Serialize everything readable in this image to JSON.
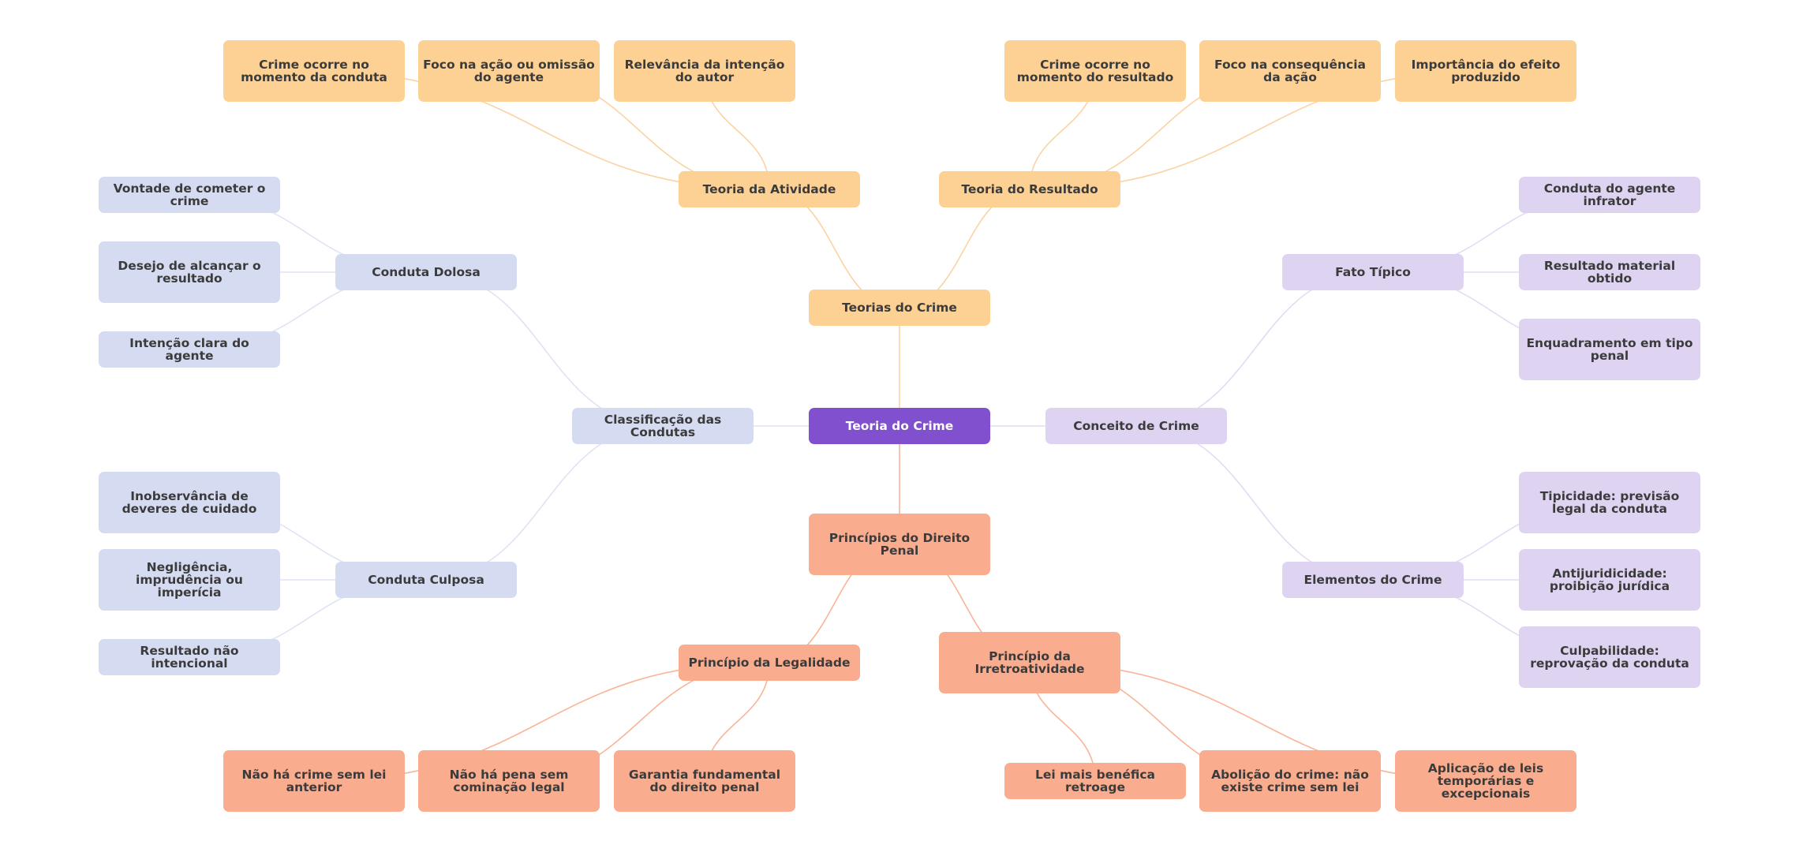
{
  "colors": {
    "root": "#8050cf",
    "teorias": "#fdd093",
    "principios": "#f9ac8e",
    "classificacao": "#d5dcf2",
    "conceito": "#ded3f1",
    "edge_orange": "#fbd3a4",
    "edge_salmon": "#f9b597",
    "edge_blue": "#dfe3f4",
    "edge_purple": "#e4dbf3"
  },
  "nodes": {
    "root": "Teoria do Crime",
    "teorias": "Teorias do Crime",
    "atividade": "Teoria da Atividade",
    "atividade_1": "Crime ocorre no momento da conduta",
    "atividade_2": "Foco na ação ou omissão do agente",
    "atividade_3": "Relevância da intenção do autor",
    "resultado": "Teoria do Resultado",
    "resultado_1": "Crime ocorre no momento do resultado",
    "resultado_2": "Foco na consequência da ação",
    "resultado_3": "Importância do efeito produzido",
    "classificacao": "Classificação das Condutas",
    "dolosa": "Conduta Dolosa",
    "dolosa_1": "Vontade de cometer o crime",
    "dolosa_2": "Desejo de alcançar o resultado",
    "dolosa_3": "Intenção clara do agente",
    "culposa": "Conduta Culposa",
    "culposa_1": "Inobservância de deveres de cuidado",
    "culposa_2": "Negligência, imprudência ou imperícia",
    "culposa_3": "Resultado não intencional",
    "conceito": "Conceito de Crime",
    "fato": "Fato Típico",
    "fato_1": "Conduta do agente infrator",
    "fato_2": "Resultado material obtido",
    "fato_3": "Enquadramento em tipo penal",
    "elementos": "Elementos do Crime",
    "elementos_1": "Tipicidade: previsão legal da conduta",
    "elementos_2": "Antijuridicidade: proibição jurídica",
    "elementos_3": "Culpabilidade: reprovação da conduta",
    "principios": "Princípios do Direito Penal",
    "legalidade": "Princípio da Legalidade",
    "legalidade_1": "Não há crime sem lei anterior",
    "legalidade_2": "Não há pena sem cominação legal",
    "legalidade_3": "Garantia fundamental do direito penal",
    "irretro": "Princípio da Irretroatividade",
    "irretro_1": "Lei mais benéfica retroage",
    "irretro_2": "Abolição do crime: não existe crime sem lei",
    "irretro_3": "Aplicação de leis temporárias e excepcionais"
  }
}
